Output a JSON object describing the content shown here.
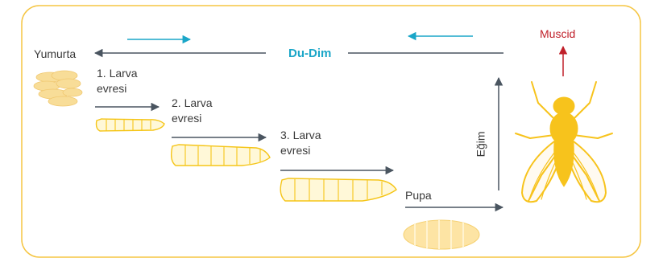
{
  "diagram": {
    "labels": {
      "egg": "Yumurta",
      "larva1": "1. Larva evresi",
      "larva2": "2. Larva evresi",
      "larva3": "3. Larva evresi",
      "pupa": "Pupa",
      "adult": "Muscid",
      "cycle": "Du-Dim",
      "trend": "Eğim"
    },
    "colors": {
      "frame": "#f5c542",
      "larva_fill": "#fff8d8",
      "larva_stroke": "#f5c518",
      "egg_fill": "#f8dd98",
      "pupa_fill": "#fde4a4",
      "fly_fill": "#f7c31c",
      "arrow": "#4a5560",
      "cyan": "#1aa6c8",
      "red": "#c0202a"
    }
  }
}
